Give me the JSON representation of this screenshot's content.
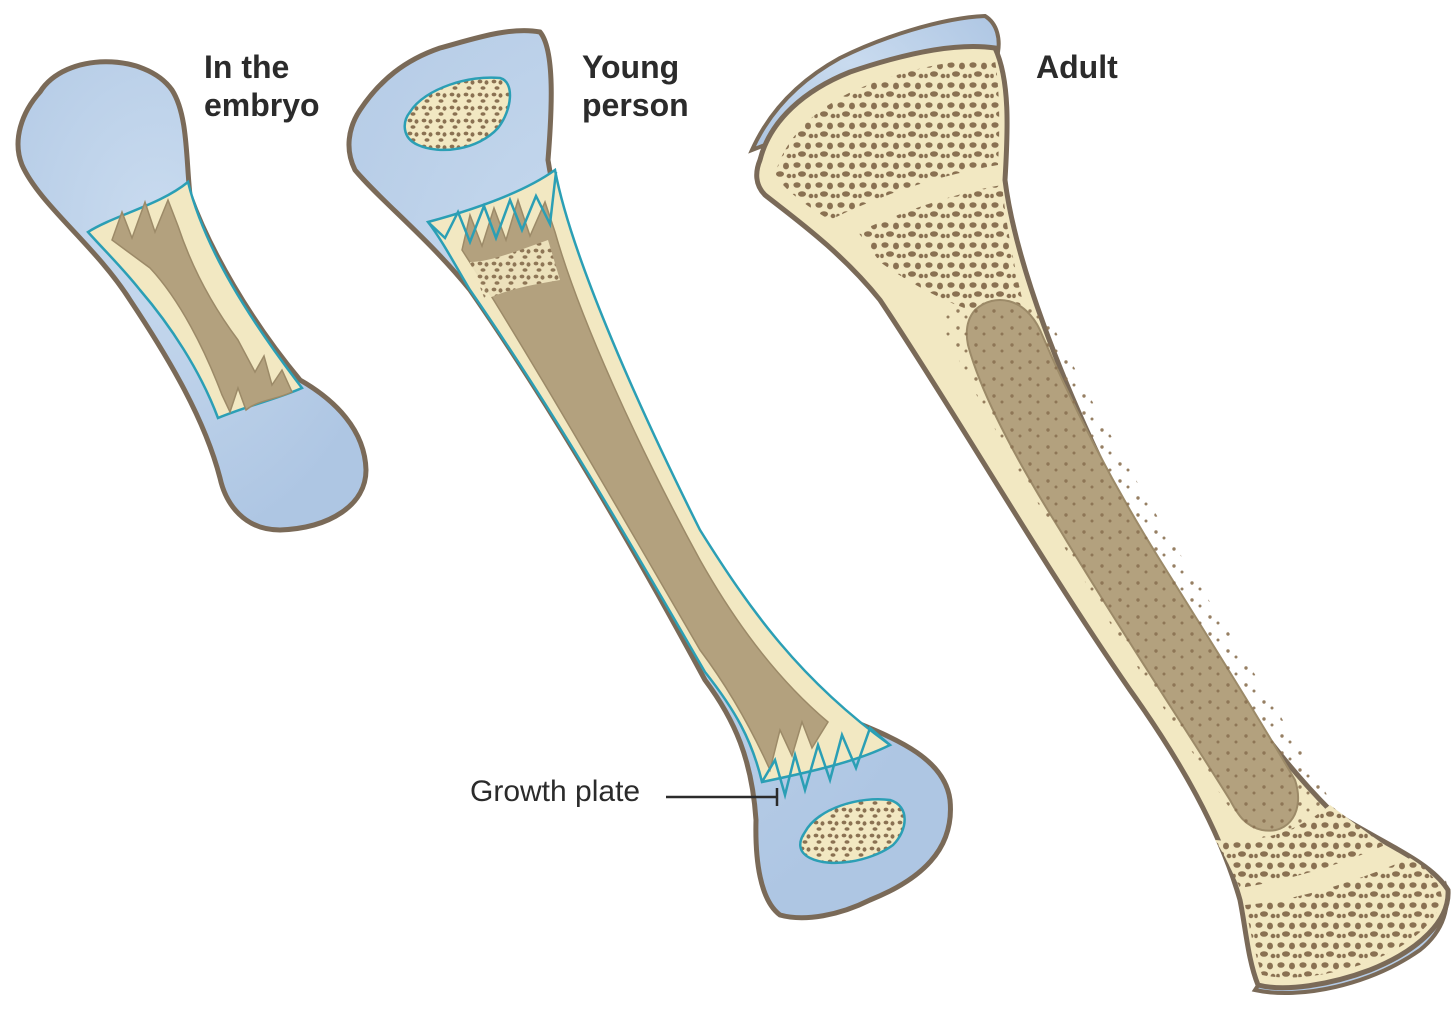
{
  "labels": {
    "embryo": {
      "line1": "In the",
      "line2": "embryo"
    },
    "young": {
      "line1": "Young",
      "line2": "person"
    },
    "adult": {
      "line1": "Adult"
    },
    "growth_plate": "Growth plate"
  },
  "colors": {
    "cartilage": "#b9cfe8",
    "cartilage_edge": "#2b9fb5",
    "compact_bone": "#f2e8c2",
    "marrow": "#b3a17e",
    "spongy_pore": "#8a7152",
    "outline": "#7a6a58",
    "text": "#2b2b2b"
  }
}
